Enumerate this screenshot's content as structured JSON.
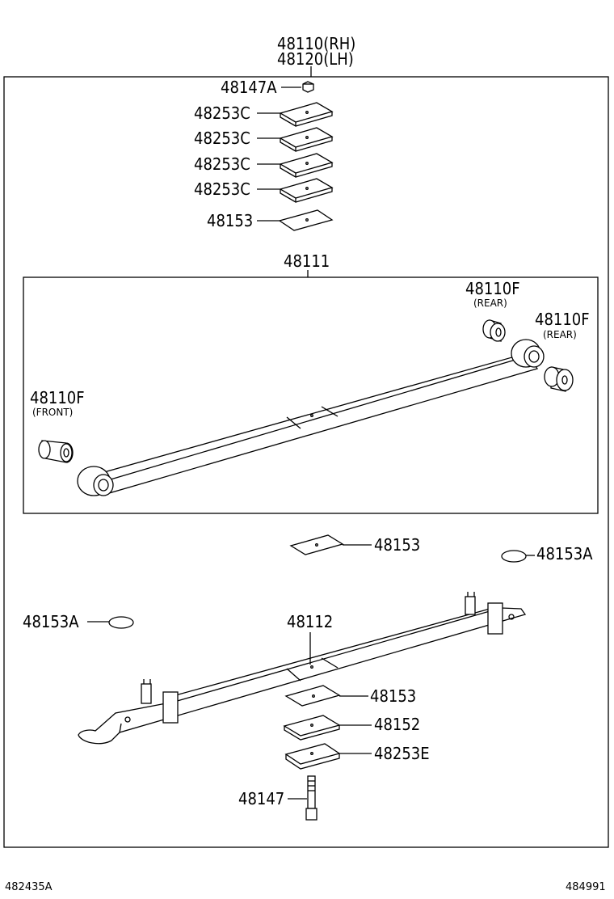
{
  "header": {
    "rh": "48110(RH)",
    "lh": "48120(LH)"
  },
  "labels": {
    "nut": "48147A",
    "spacer1": "48253C",
    "spacer2": "48253C",
    "spacer3": "48253C",
    "spacer4": "48253C",
    "pad_top": "48153",
    "leaf_main": "48111",
    "bush_rear_1": "48110F",
    "bush_rear_1_note": "(REAR)",
    "bush_rear_2": "48110F",
    "bush_rear_2_note": "(REAR)",
    "bush_front": "48110F",
    "bush_front_note": "(FRONT)",
    "pad_mid": "48153",
    "round_pad_right": "48153A",
    "round_pad_left": "48153A",
    "leaf_second": "48112",
    "pad_low": "48153",
    "plate": "48152",
    "spacer_e": "48253E",
    "bolt": "48147"
  },
  "footer": {
    "left_ref": "482435A",
    "right_ref": "484991"
  }
}
